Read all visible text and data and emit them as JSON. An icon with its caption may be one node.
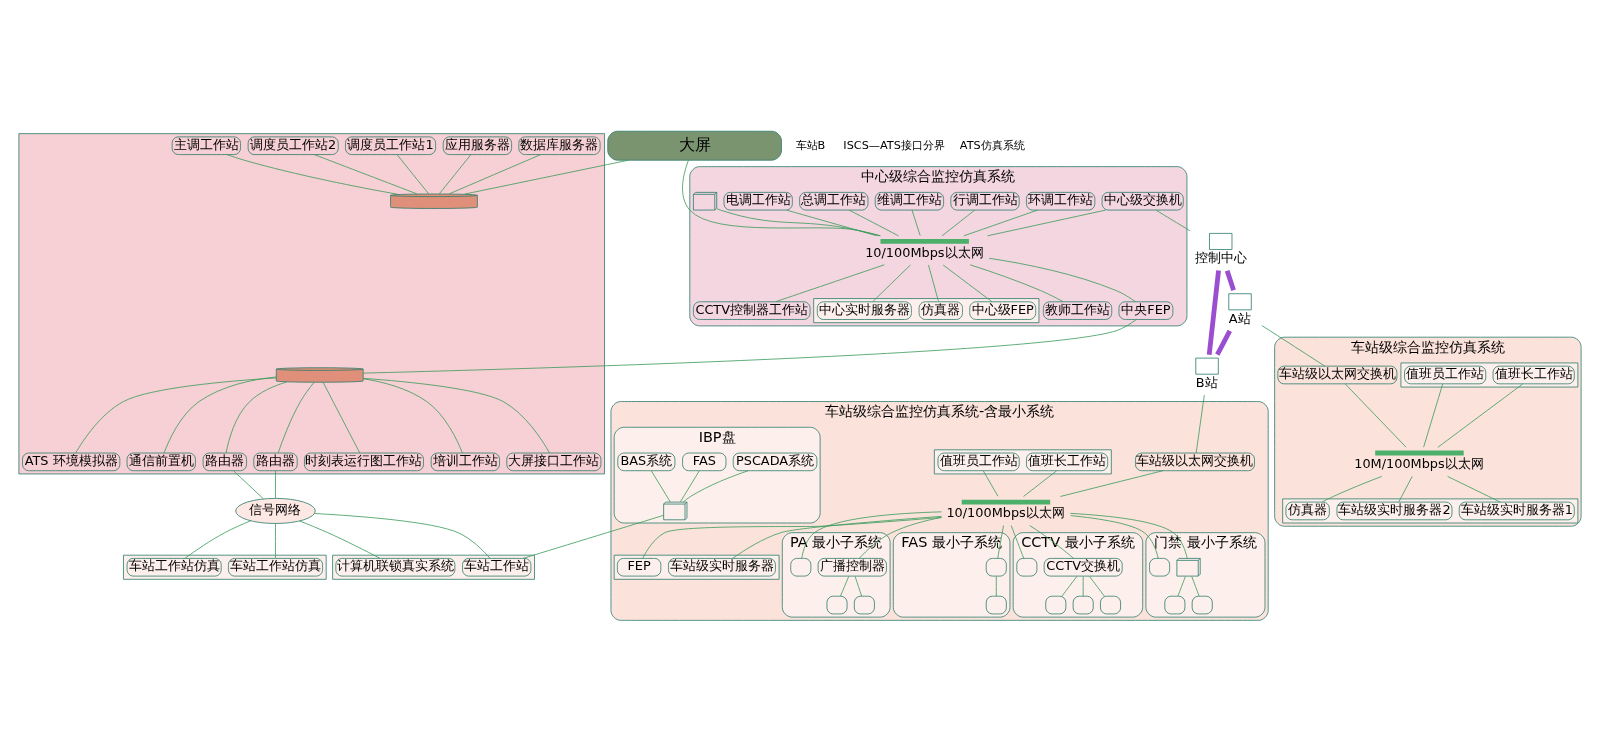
{
  "diagram": {
    "nodes": [
      {
        "text": [
          "大屏"
        ]
      },
      {
        "text": [
          "中心级综合监控仿真系统"
        ]
      },
      {
        "text": [
          "环调工作站"
        ],
        "in": 1
      },
      {
        "text": [
          "行调工作站"
        ],
        "in": 1
      },
      {
        "text": [
          "维调工作站"
        ],
        "in": 1
      },
      {
        "text": [
          "总调工作站"
        ],
        "in": 1
      },
      {
        "text": [
          "电调工作站"
        ],
        "in": 1
      },
      {
        "text": [],
        "shape": "picture",
        "in": 1
      },
      {
        "text": [
          "中心级交换机"
        ],
        "in": 1
      },
      {
        "text": [],
        "shape": "bar",
        "beside": [
          "10/100Mbps以太网"
        ],
        "in": 1
      },
      {
        "text": [
          "CCTV控制器工作站"
        ],
        "in": 1
      },
      {
        "text": [],
        "shape": "box",
        "in": 1
      },
      {
        "text": [
          "中心级FEP"
        ],
        "in": 11
      },
      {
        "text": [
          "仿真器"
        ],
        "in": 11
      },
      {
        "text": [
          "中心实时服务器"
        ],
        "in": 11
      },
      {
        "text": [
          "教师工作站"
        ],
        "in": 1
      },
      {
        "text": [
          "中央FEP"
        ],
        "in": 1
      },
      {
        "text": [],
        "shape": "box"
      },
      {
        "text": [
          "数据库服务器"
        ],
        "in": 17
      },
      {
        "text": [
          "应用服务器"
        ],
        "in": 17
      },
      {
        "text": [
          "调度员工作站1"
        ],
        "in": 17
      },
      {
        "text": [
          "调度员工作站2"
        ],
        "in": 17
      },
      {
        "text": [
          "主调工作站"
        ],
        "in": 17
      },
      {
        "text": [],
        "shape": "cylinder",
        "in": 17
      },
      {
        "text": [],
        "shape": "cylinder",
        "in": 17
      },
      {
        "text": [
          "ATS 环境模拟器"
        ],
        "in": 17
      },
      {
        "text": [
          "通信前置机"
        ],
        "in": 17
      },
      {
        "text": [
          "路由器"
        ],
        "in": 17
      },
      {
        "text": [
          "路由器"
        ],
        "in": 17
      },
      {
        "text": [
          "时刻表运行图工作站"
        ],
        "in": 17
      },
      {
        "text": [
          "培训工作站"
        ],
        "in": 17
      },
      {
        "text": [
          "大屏接口工作站"
        ],
        "in": 17
      },
      {
        "text": [
          "信号网络"
        ]
      },
      {
        "text": [],
        "shape": "box"
      },
      {
        "text": [
          "车站工作站"
        ],
        "in": 33
      },
      {
        "text": [
          "计算机联锁真实系统"
        ],
        "in": 33
      },
      {
        "text": [],
        "shape": "box"
      },
      {
        "text": [
          "车站工作站仿真"
        ],
        "in": 36
      },
      {
        "text": [
          "车站工作站仿真"
        ],
        "in": 36
      },
      {
        "text": [],
        "shape": "box",
        "beside": [
          "控制中心"
        ]
      },
      {
        "text": [],
        "shape": "box",
        "beside": [
          "A站"
        ]
      },
      {
        "text": [],
        "shape": "box",
        "beside": [
          "B站"
        ]
      },
      {
        "text": [
          "车站级综合监控仿真系统"
        ]
      },
      {
        "text": [
          "车站级以太网交换机"
        ],
        "in": 42
      },
      {
        "text": [],
        "shape": "box",
        "in": 42
      },
      {
        "text": [
          "值班长工作站"
        ],
        "in": 44
      },
      {
        "text": [
          "值班员工作站"
        ],
        "in": 44
      },
      {
        "text": [],
        "shape": "bar",
        "beside": [
          "10M/100Mbps以太网"
        ],
        "in": 42
      },
      {
        "text": [],
        "shape": "box",
        "in": 42
      },
      {
        "text": [
          "车站级实时服务器1"
        ],
        "in": 48
      },
      {
        "text": [
          "车站级实时服务器2"
        ],
        "in": 48
      },
      {
        "text": [
          "仿真器"
        ],
        "in": 48
      },
      {
        "text": [
          "车站级综合监控仿真系统-含最小系统"
        ]
      },
      {
        "text": [
          "车站级以太网交换机"
        ],
        "in": 52
      },
      {
        "text": [],
        "shape": "box",
        "in": 52
      },
      {
        "text": [
          "值班长工作站"
        ],
        "in": 54
      },
      {
        "text": [
          "值班员工作站"
        ],
        "in": 54
      },
      {
        "text": [
          "IBP盘"
        ],
        "in": 52
      },
      {
        "text": [],
        "shape": "picture",
        "in": 57
      },
      {
        "text": [
          "PSCADA系统"
        ],
        "in": 57
      },
      {
        "text": [
          "FAS"
        ],
        "in": 57
      },
      {
        "text": [
          "BAS系统"
        ],
        "in": 57
      },
      {
        "text": [],
        "shape": "bar",
        "beside": [
          "10/100Mbps以太网"
        ],
        "in": 52
      },
      {
        "text": [],
        "shape": "box",
        "in": 52
      },
      {
        "text": [
          "车站级实时服务器"
        ],
        "in": 63
      },
      {
        "text": [
          "FEP"
        ],
        "in": 63
      },
      {
        "text": [
          "PA 最小子系统"
        ],
        "in": 52
      },
      {
        "text": [
          "广播控制器"
        ],
        "in": 66
      },
      {
        "text": [],
        "shape": "box",
        "in": 66
      },
      {
        "text": [],
        "shape": "box",
        "in": 66
      },
      {
        "text": [],
        "shape": "box",
        "in": 66
      },
      {
        "text": [
          "FAS 最小子系统"
        ],
        "in": 52
      },
      {
        "text": [],
        "shape": "box",
        "in": 71
      },
      {
        "text": [],
        "shape": "box",
        "in": 71
      },
      {
        "text": [
          "CCTV 最小子系统"
        ],
        "in": 52
      },
      {
        "text": [
          "CCTV交换机"
        ],
        "in": 74
      },
      {
        "text": [],
        "shape": "box",
        "in": 74
      },
      {
        "text": [],
        "shape": "box",
        "in": 74
      },
      {
        "text": [],
        "shape": "box",
        "in": 74
      },
      {
        "text": [],
        "shape": "box",
        "in": 74
      },
      {
        "text": [
          "门禁 最小子系统"
        ],
        "in": 52
      },
      {
        "text": [],
        "shape": "picture",
        "in": 80
      },
      {
        "text": [],
        "shape": "box",
        "in": 80
      },
      {
        "text": [],
        "shape": "box",
        "in": 80
      },
      {
        "text": [],
        "shape": "box",
        "in": 80
      }
    ],
    "edges": [
      {
        "from": 0,
        "to": 9,
        "arrow": "none"
      },
      {
        "from": 0,
        "to": 23,
        "arrow": "none"
      },
      {
        "from": 2,
        "to": 9,
        "arrow": "none"
      },
      {
        "from": 3,
        "to": 9,
        "arrow": "none"
      },
      {
        "from": 4,
        "to": 9,
        "arrow": "none"
      },
      {
        "from": 5,
        "to": 9,
        "arrow": "none"
      },
      {
        "from": 6,
        "to": 9,
        "arrow": "none"
      },
      {
        "from": 7,
        "to": 9,
        "arrow": "none"
      },
      {
        "from": 8,
        "to": 9,
        "arrow": "none"
      },
      {
        "from": 9,
        "to": 10,
        "arrow": "none"
      },
      {
        "from": 9,
        "to": 12,
        "arrow": "none"
      },
      {
        "from": 9,
        "to": 13,
        "arrow": "none"
      },
      {
        "from": 9,
        "to": 14,
        "arrow": "none"
      },
      {
        "from": 9,
        "to": 15,
        "arrow": "none"
      },
      {
        "from": 9,
        "to": 16,
        "arrow": "none"
      },
      {
        "from": 16,
        "to": 24,
        "arrow": "none"
      },
      {
        "from": 18,
        "to": 23,
        "arrow": "none"
      },
      {
        "from": 19,
        "to": 23,
        "arrow": "none"
      },
      {
        "from": 20,
        "to": 23,
        "arrow": "none"
      },
      {
        "from": 21,
        "to": 23,
        "arrow": "none"
      },
      {
        "from": 22,
        "to": 23,
        "arrow": "none"
      },
      {
        "from": 24,
        "to": 25,
        "arrow": "none"
      },
      {
        "from": 24,
        "to": 26,
        "arrow": "none"
      },
      {
        "from": 24,
        "to": 27,
        "arrow": "none"
      },
      {
        "from": 24,
        "to": 28,
        "arrow": "none"
      },
      {
        "from": 24,
        "to": 29,
        "arrow": "none"
      },
      {
        "from": 24,
        "to": 30,
        "arrow": "none"
      },
      {
        "from": 24,
        "to": 31,
        "arrow": "none"
      },
      {
        "from": 27,
        "to": 32,
        "arrow": "none"
      },
      {
        "from": 28,
        "to": 32,
        "arrow": "none"
      },
      {
        "from": 32,
        "to": 34,
        "arrow": "none"
      },
      {
        "from": 32,
        "to": 35,
        "arrow": "none"
      },
      {
        "from": 32,
        "to": 37,
        "arrow": "none"
      },
      {
        "from": 32,
        "to": 38,
        "arrow": "none"
      },
      {
        "from": 58,
        "to": 34,
        "arrow": "none"
      },
      {
        "from": 39,
        "to": 40,
        "arrow": "none",
        "style": "thick",
        "color": "#9b4fd0"
      },
      {
        "from": 40,
        "to": 41,
        "arrow": "none",
        "style": "thick",
        "color": "#9b4fd0"
      },
      {
        "from": 41,
        "to": 39,
        "arrow": "none",
        "style": "thick",
        "color": "#9b4fd0"
      },
      {
        "from": 8,
        "to": 39,
        "arrow": "none"
      },
      {
        "from": 40,
        "to": 43,
        "arrow": "none"
      },
      {
        "from": 41,
        "to": 53,
        "arrow": "none"
      },
      {
        "from": 43,
        "to": 47,
        "arrow": "none"
      },
      {
        "from": 45,
        "to": 47,
        "arrow": "none"
      },
      {
        "from": 46,
        "to": 47,
        "arrow": "none"
      },
      {
        "from": 47,
        "to": 49,
        "arrow": "none"
      },
      {
        "from": 47,
        "to": 50,
        "arrow": "none"
      },
      {
        "from": 47,
        "to": 51,
        "arrow": "none"
      },
      {
        "from": 53,
        "to": 62,
        "arrow": "none"
      },
      {
        "from": 55,
        "to": 62,
        "arrow": "none"
      },
      {
        "from": 56,
        "to": 62,
        "arrow": "none"
      },
      {
        "from": 62,
        "to": 64,
        "arrow": "none"
      },
      {
        "from": 62,
        "to": 65,
        "arrow": "none"
      },
      {
        "from": 62,
        "to": 67,
        "arrow": "none"
      },
      {
        "from": 62,
        "to": 68,
        "arrow": "none"
      },
      {
        "from": 62,
        "to": 72,
        "arrow": "none"
      },
      {
        "from": 62,
        "to": 75,
        "arrow": "none"
      },
      {
        "from": 62,
        "to": 76,
        "arrow": "none"
      },
      {
        "from": 62,
        "to": 81,
        "arrow": "none"
      },
      {
        "from": 62,
        "to": 82,
        "arrow": "none"
      },
      {
        "from": 59,
        "to": 58,
        "arrow": "none"
      },
      {
        "from": 60,
        "to": 58,
        "arrow": "none"
      },
      {
        "from": 61,
        "to": 58,
        "arrow": "none"
      },
      {
        "from": 67,
        "to": 69,
        "arrow": "none"
      },
      {
        "from": 67,
        "to": 70,
        "arrow": "none"
      },
      {
        "from": 72,
        "to": 73,
        "arrow": "none"
      },
      {
        "from": 75,
        "to": 77,
        "arrow": "none"
      },
      {
        "from": 75,
        "to": 78,
        "arrow": "none"
      },
      {
        "from": 75,
        "to": 79,
        "arrow": "none"
      },
      {
        "from": 81,
        "to": 83,
        "arrow": "none"
      },
      {
        "from": 81,
        "to": 84,
        "arrow": "none"
      }
    ],
    "labels": [
      "车站B",
      "ISCS—ATS接口分界",
      "ATS仿真系统"
    ]
  }
}
